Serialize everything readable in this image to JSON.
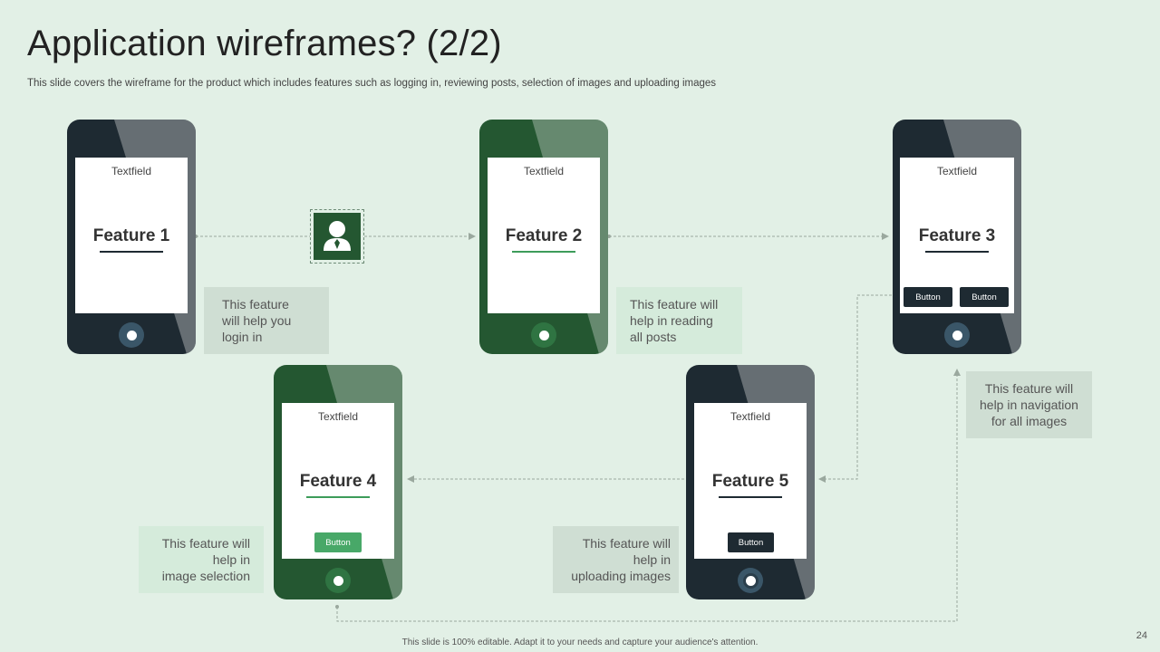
{
  "header": {
    "title": "Application wireframes? (2/2)",
    "subtitle": "This slide covers the wireframe for the product which includes features such as logging in, reviewing posts, selection of images and uploading images"
  },
  "colors": {
    "background": "#e2f0e6",
    "dark_phone": "#1e2a32",
    "green_phone": "#245731",
    "accent_green": "#3d9c5a"
  },
  "phones": [
    {
      "textfield": "Textfield",
      "title": "Feature 1"
    },
    {
      "textfield": "Textfield",
      "title": "Feature 2"
    },
    {
      "textfield": "Textfield",
      "title": "Feature 3",
      "buttons": [
        "Button",
        "Button"
      ]
    },
    {
      "textfield": "Textfield",
      "title": "Feature 4",
      "buttons": [
        "Button"
      ]
    },
    {
      "textfield": "Textfield",
      "title": "Feature 5",
      "buttons": [
        "Button"
      ]
    }
  ],
  "notes": [
    [
      "This feature",
      "will help you",
      "login in"
    ],
    [
      "This feature will",
      "help in reading",
      "all posts"
    ],
    [
      "This feature will",
      "help in navigation",
      "for all images"
    ],
    [
      "This feature will",
      "help in",
      "image selection"
    ],
    [
      "This feature will",
      "help in",
      "uploading images"
    ]
  ],
  "icons": {
    "user": "user-tie-icon",
    "home": "home-button-icon"
  },
  "footer": {
    "text": "This slide is 100% editable. Adapt it to your needs and capture your audience's attention.",
    "page_number": "24"
  }
}
